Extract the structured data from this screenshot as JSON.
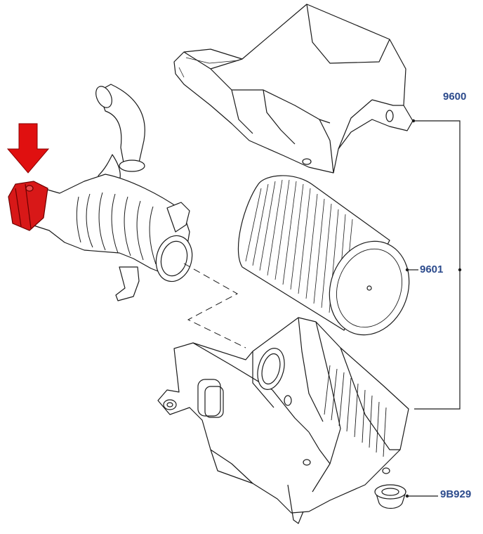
{
  "labels": {
    "cover": "9600",
    "filter": "9601",
    "grommet": "9B929"
  },
  "colors": {
    "line": "#1a1a1a",
    "label": "#2b4a8c",
    "highlight": "#d81818",
    "arrow": "#e01010"
  },
  "icons": {
    "pointer": "down-arrow-icon"
  }
}
